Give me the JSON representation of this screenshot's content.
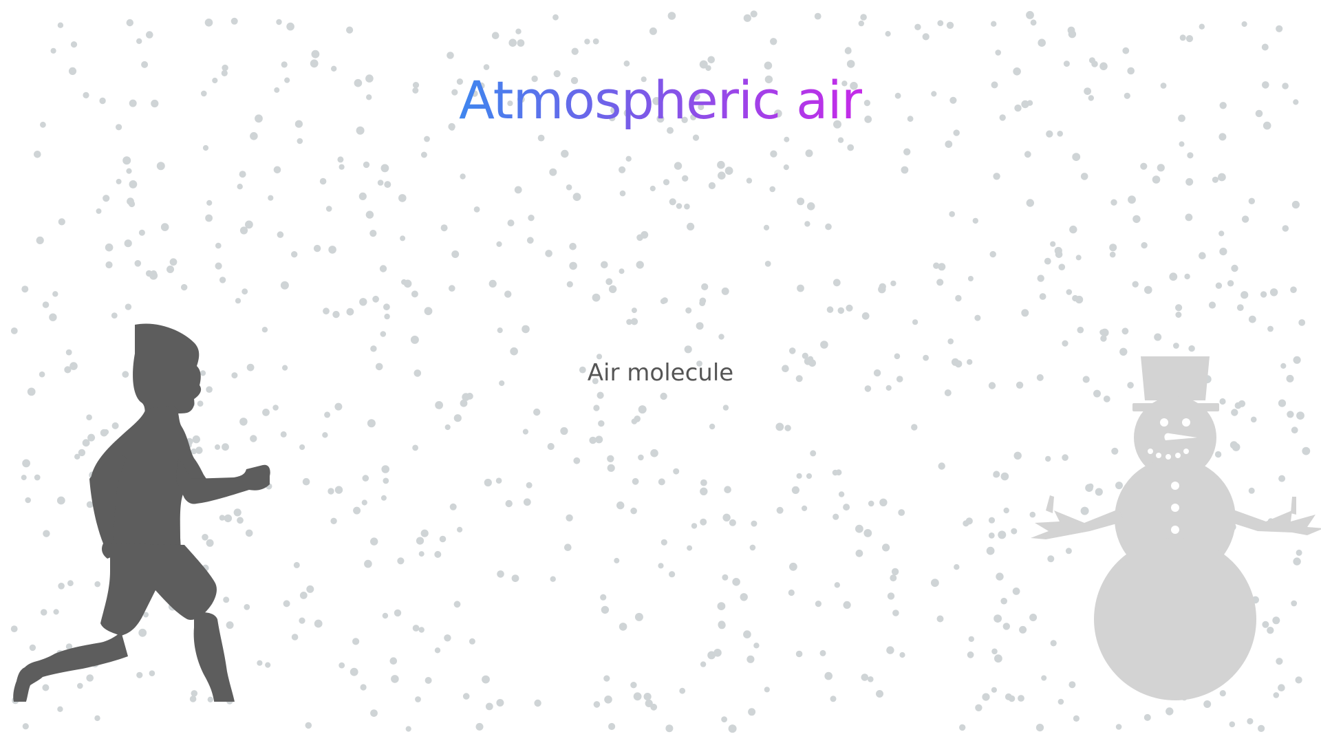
{
  "title": "Atmospheric air",
  "molecule_label": "Air molecule",
  "colors": {
    "title_gradient": [
      "#3f86ee",
      "#7b5ae8",
      "#c52ae8"
    ],
    "label": "#555555",
    "molecule": "#cfd4d6",
    "runner": "#5d5d5d",
    "snowman": "#d3d3d3"
  },
  "icons": {
    "runner": "running-child-silhouette",
    "snowman": "snowman-silhouette"
  }
}
